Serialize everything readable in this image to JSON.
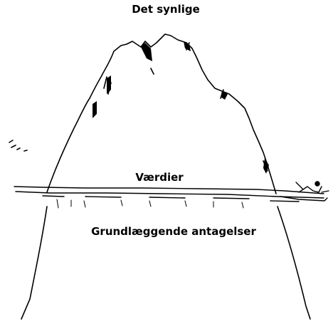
{
  "labels": {
    "visible": "Det synlige",
    "values": "Værdier",
    "assumptions": "Grundlæggende antagelser"
  },
  "colors": {
    "ink": "#000000",
    "background": "#ffffff"
  }
}
